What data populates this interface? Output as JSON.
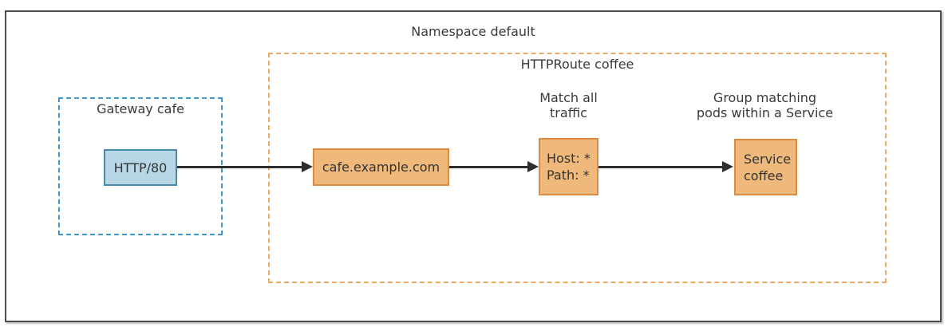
{
  "namespace": {
    "title": "Namespace default"
  },
  "gateway": {
    "title": "Gateway cafe",
    "listener": "HTTP/80"
  },
  "httproute": {
    "title": "HTTPRoute coffee",
    "hostname": "cafe.example.com",
    "match": {
      "annotation_line1": "Match all",
      "annotation_line2": "traffic",
      "host_rule": "Host: *",
      "path_rule": "Path: *"
    },
    "service": {
      "annotation_line1": "Group matching",
      "annotation_line2": "pods within a Service",
      "name_line1": "Service",
      "name_line2": "coffee"
    }
  },
  "colors": {
    "blue_node_fill": "#b8d7e6",
    "blue_node_border": "#4589ac",
    "blue_dashed_border": "#3d9ad0",
    "orange_node_fill": "#f0b97c",
    "orange_node_border": "#dd8b40",
    "orange_dashed_border": "#ecaa62",
    "outer_border": "#4c4c4c",
    "arrow": "#2e2e2e",
    "text": "#3a3a3a"
  }
}
